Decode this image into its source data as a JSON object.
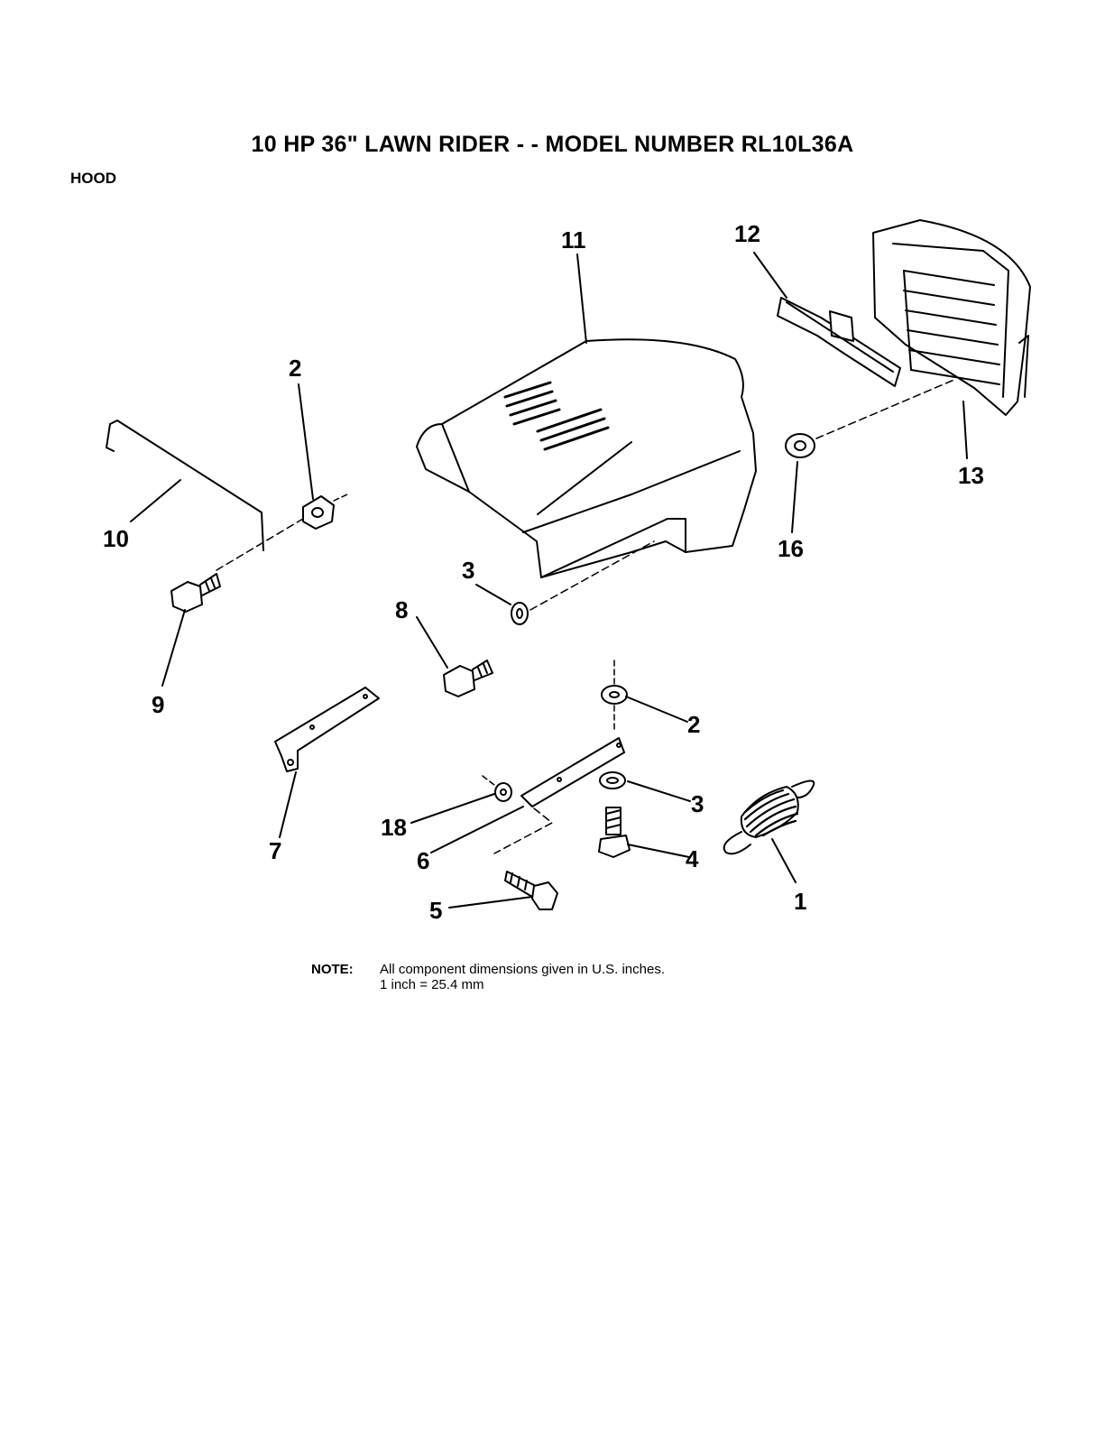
{
  "title": "10 HP 36\" LAWN RIDER - - MODEL NUMBER RL10L36A",
  "section": "HOOD",
  "callouts": {
    "c1": "1",
    "c2a": "2",
    "c2b": "2",
    "c3a": "3",
    "c3b": "3",
    "c4": "4",
    "c5": "5",
    "c6": "6",
    "c7": "7",
    "c8": "8",
    "c9": "9",
    "c10": "10",
    "c11": "11",
    "c12": "12",
    "c13": "13",
    "c16": "16",
    "c18": "18"
  },
  "note": {
    "label": "NOTE:",
    "line1": "All component dimensions given in U.S. inches.",
    "line2": "1 inch = 25.4 mm"
  }
}
